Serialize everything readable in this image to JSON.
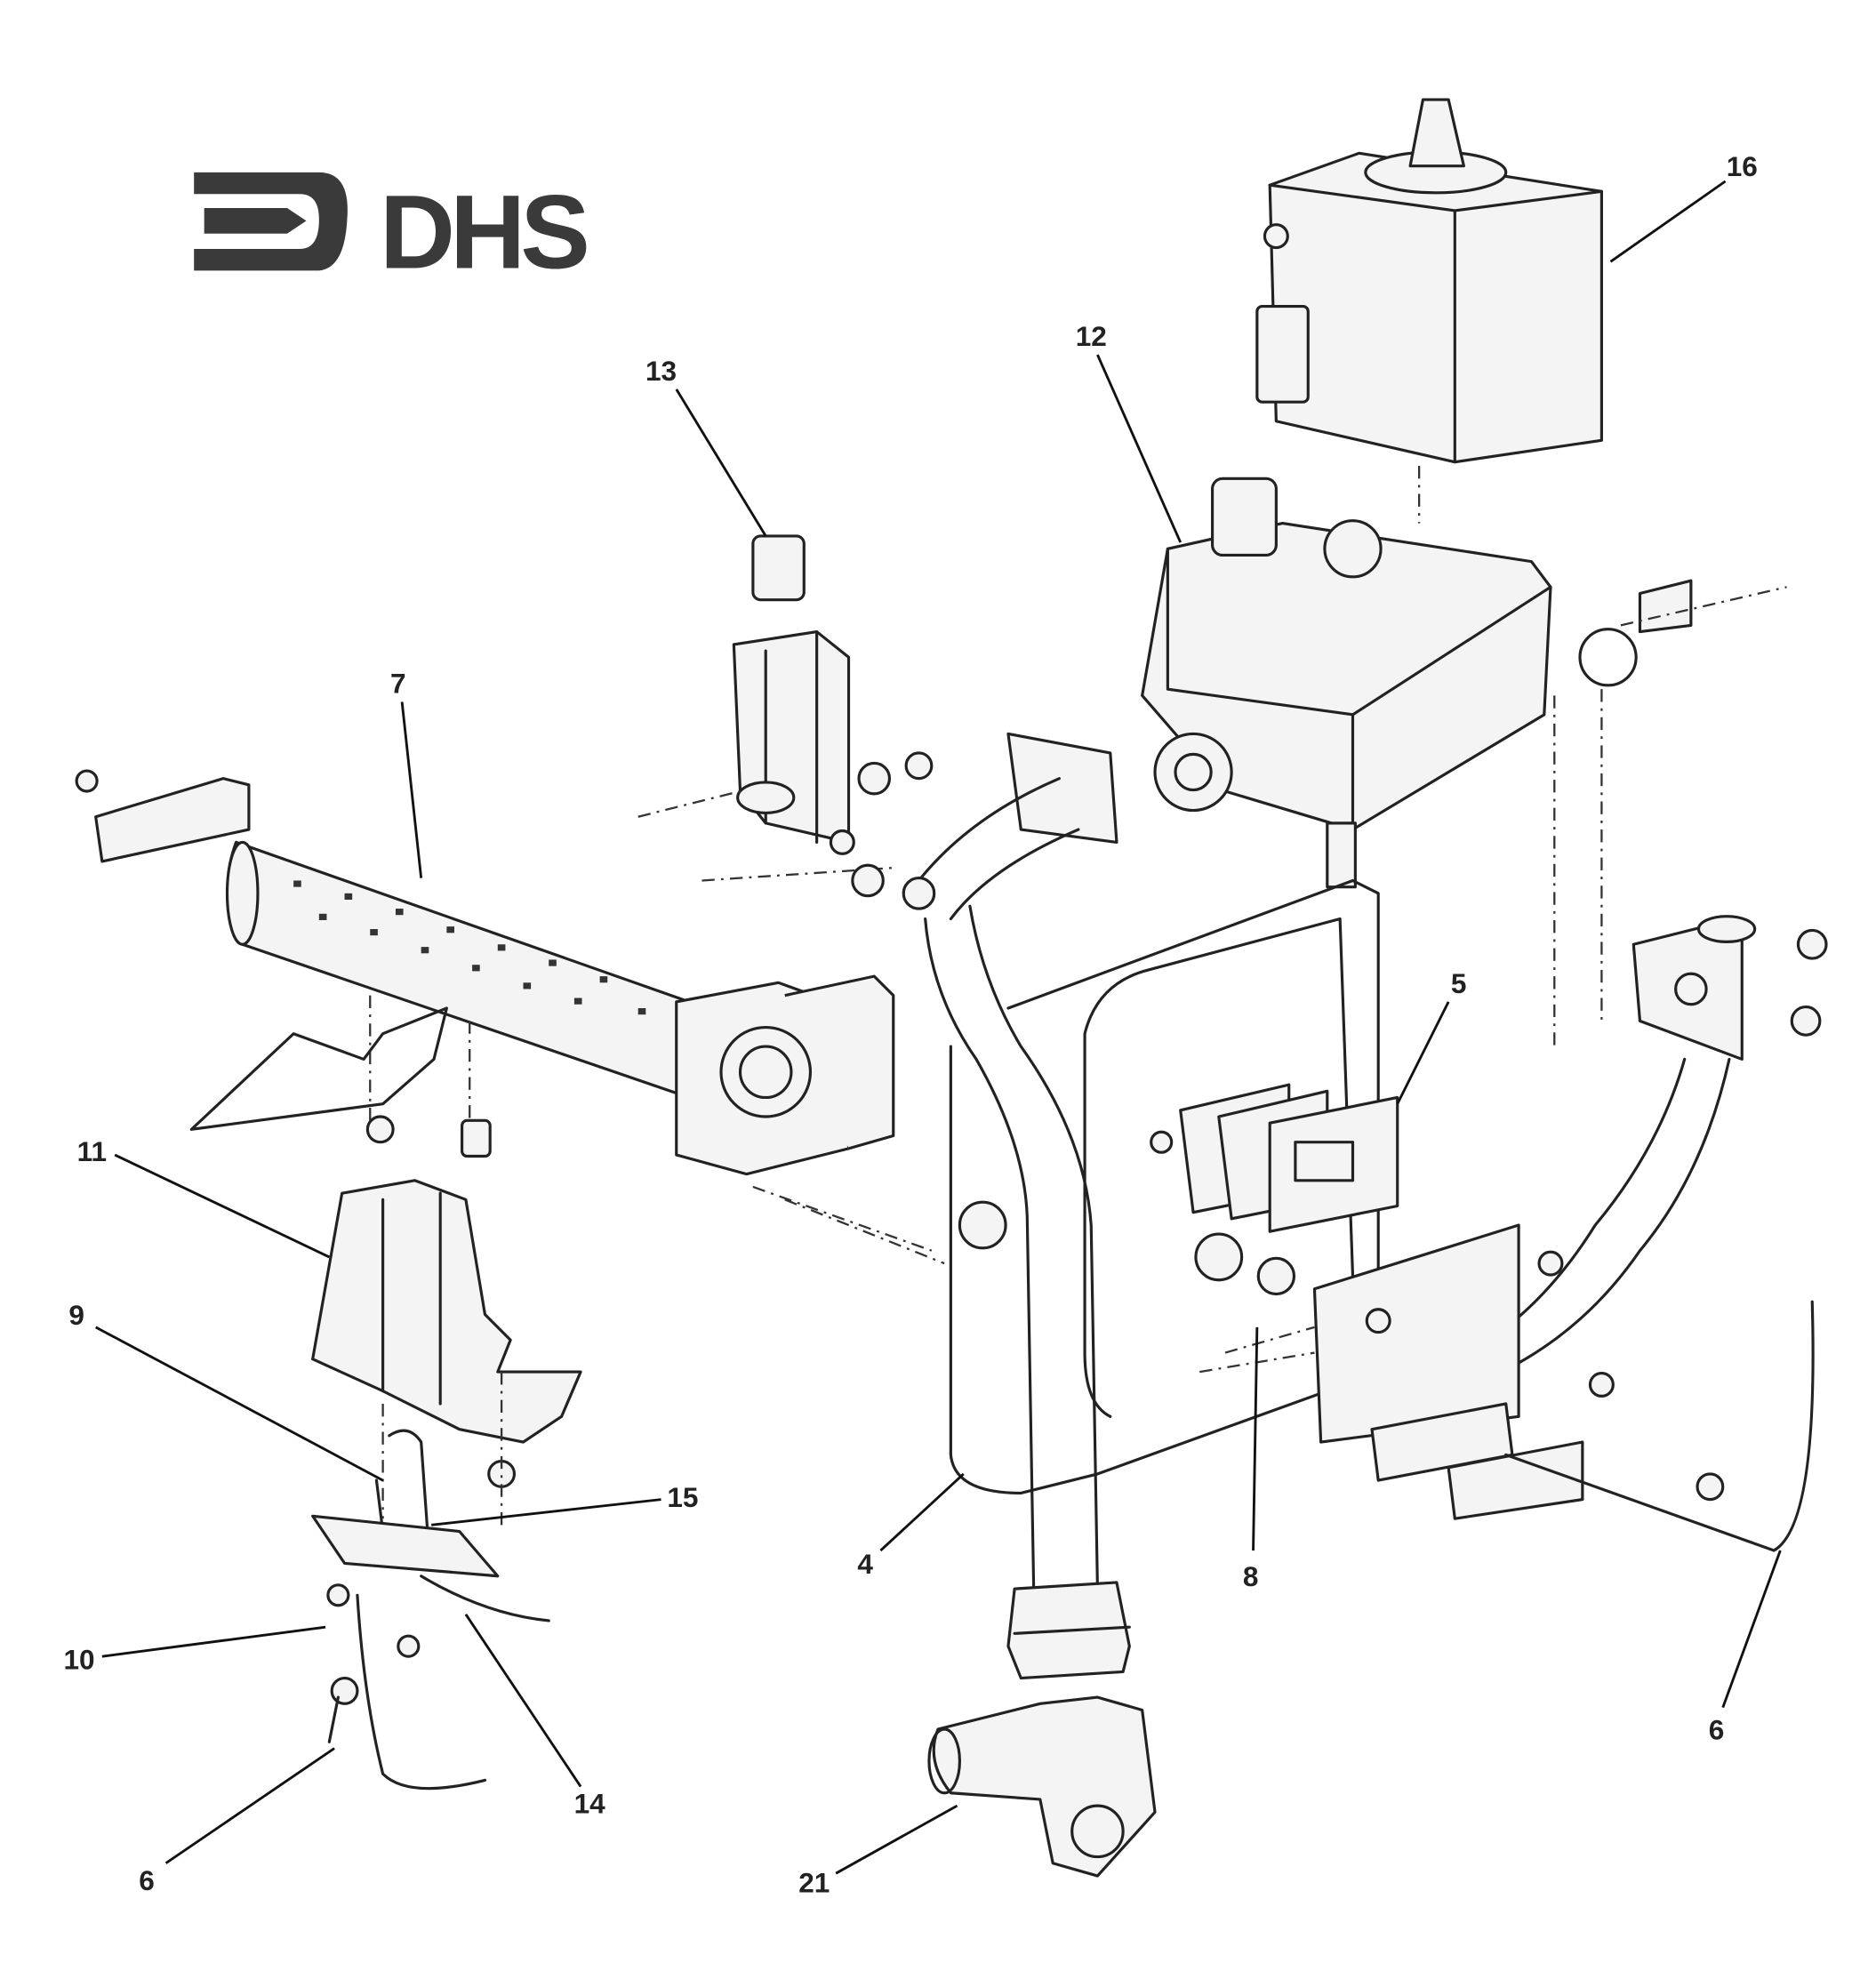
{
  "logo": {
    "text": "DHS"
  },
  "callouts": {
    "c16": "16",
    "c12": "12",
    "c13": "13",
    "c7": "7",
    "c5": "5",
    "c11": "11",
    "c9": "9",
    "c15": "15",
    "c10": "10",
    "c14": "14",
    "c6a": "6",
    "c4": "4",
    "c8": "8",
    "c21": "21",
    "c6b": "6"
  },
  "colors": {
    "ink": "#222222",
    "logo": "#3a3a3a",
    "background": "#ffffff"
  }
}
